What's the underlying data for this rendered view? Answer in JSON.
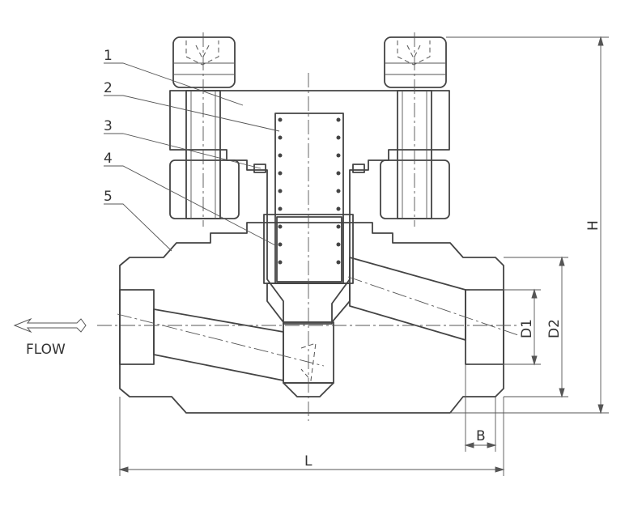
{
  "callouts": [
    "1",
    "2",
    "3",
    "4",
    "5"
  ],
  "flow_label": "FLOW",
  "dimensions": {
    "L": "L",
    "B": "B",
    "H": "H",
    "D1": "D1",
    "D2": "D2"
  },
  "colors": {
    "line": "#444444",
    "hatch": "#666666",
    "text": "#333333"
  }
}
